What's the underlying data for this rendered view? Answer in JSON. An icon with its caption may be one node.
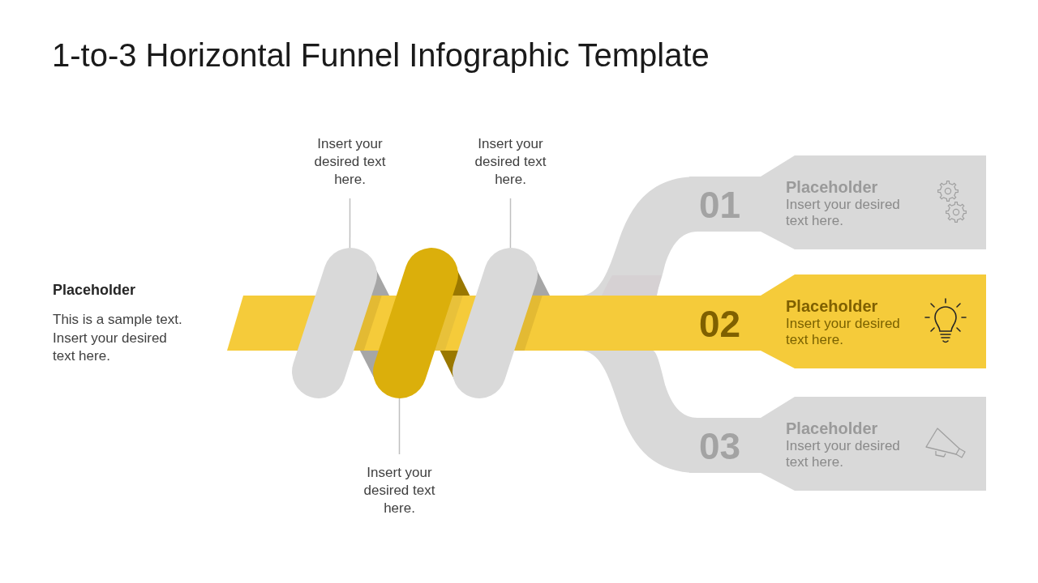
{
  "diagram": {
    "title": "1-to-3 Horizontal Funnel Infographic Template",
    "nodes": [
      {
        "text": [
          "Placeholder",
          "This is a sample text. Insert your desired text here."
        ]
      },
      {
        "text": [
          "Insert your desired text here."
        ]
      },
      {
        "text": [
          "Insert your desired text here."
        ]
      },
      {
        "text": [
          "Insert your desired text here."
        ]
      },
      {
        "text": [],
        "shape": "capsule"
      },
      {
        "text": [],
        "shape": "capsule"
      },
      {
        "text": [],
        "shape": "capsule"
      },
      {
        "text": [
          "01",
          "Placeholder",
          "Insert your desired text here."
        ]
      },
      {
        "text": [
          "02",
          "Placeholder",
          "Insert your desired text here."
        ]
      },
      {
        "text": [
          "03",
          "Placeholder",
          "Insert your desired text here."
        ]
      }
    ],
    "edges": [
      {
        "from": 1,
        "to": 4,
        "arrow": "none"
      },
      {
        "from": 2,
        "to": 6,
        "arrow": "none"
      },
      {
        "from": 3,
        "to": 5,
        "arrow": "none"
      }
    ]
  }
}
